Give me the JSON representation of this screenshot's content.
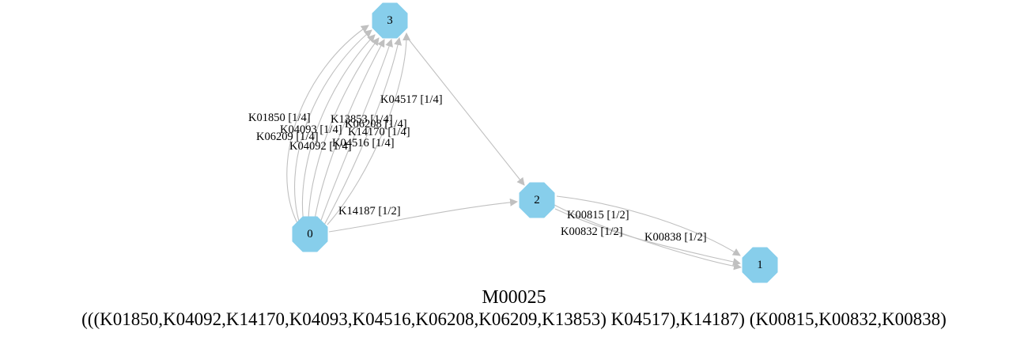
{
  "graph": {
    "id": "M00025",
    "definition": "(((K01850,K04092,K14170,K04093,K04516,K06208,K06209,K13853) K04517),K14187) (K00815,K00832,K00838)",
    "node_color": "#87ceeb",
    "edge_color": "#c0c0c0",
    "nodes": [
      {
        "id": "0",
        "label": "0"
      },
      {
        "id": "1",
        "label": "1"
      },
      {
        "id": "2",
        "label": "2"
      },
      {
        "id": "3",
        "label": "3"
      }
    ],
    "edges": [
      {
        "from": "0",
        "to": "3",
        "label": "K01850 [1/4]"
      },
      {
        "from": "0",
        "to": "3",
        "label": "K06209 [1/4]"
      },
      {
        "from": "0",
        "to": "3",
        "label": "K04092 [1/4]"
      },
      {
        "from": "0",
        "to": "3",
        "label": "K04093 [1/4]"
      },
      {
        "from": "0",
        "to": "3",
        "label": "K13853 [1/4]"
      },
      {
        "from": "0",
        "to": "3",
        "label": "K06208 [1/4]"
      },
      {
        "from": "0",
        "to": "3",
        "label": "K04516 [1/4]"
      },
      {
        "from": "0",
        "to": "3",
        "label": "K14170 [1/4]"
      },
      {
        "from": "3",
        "to": "2",
        "label": "K04517 [1/4]"
      },
      {
        "from": "0",
        "to": "2",
        "label": "K14187 [1/2]"
      },
      {
        "from": "2",
        "to": "1",
        "label": "K00815 [1/2]"
      },
      {
        "from": "2",
        "to": "1",
        "label": "K00832 [1/2]"
      },
      {
        "from": "2",
        "to": "1",
        "label": "K00838 [1/2]"
      }
    ]
  }
}
